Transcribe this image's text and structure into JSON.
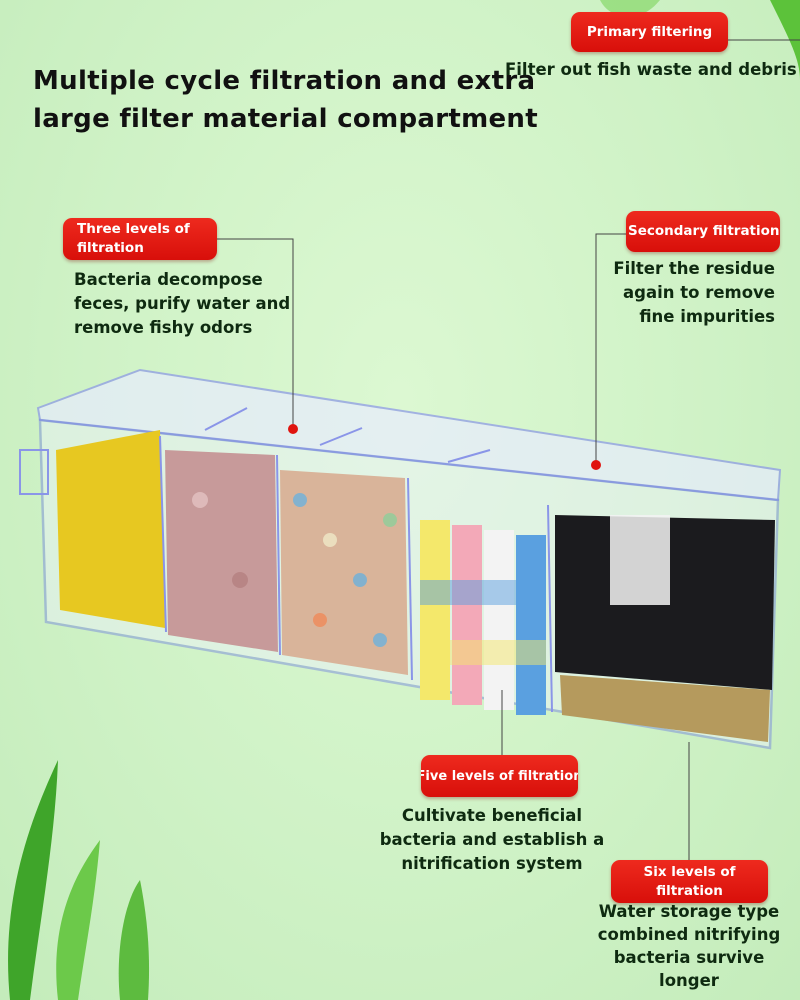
{
  "headline": {
    "line1": "Multiple cycle filtration and extra",
    "line2": "large filter material compartment"
  },
  "callouts": {
    "primary": {
      "label": "Primary filtering",
      "description": "Filter out fish waste and debris"
    },
    "three": {
      "label_line1": "Three levels of",
      "label_line2": "filtration",
      "description": [
        "Bacteria decompose",
        "feces, purify water and",
        "remove fishy odors"
      ]
    },
    "secondary": {
      "label": "Secondary filtration",
      "description": [
        "Filter the residue",
        "again to remove",
        "fine impurities"
      ]
    },
    "five": {
      "label": "Five levels of filtration",
      "description": [
        "Cultivate beneficial",
        "bacteria and establish a",
        "nitrification system"
      ]
    },
    "six": {
      "label_line1": "Six levels of",
      "label_line2": "filtration",
      "description": [
        "Water storage type",
        "combined nitrifying",
        "bacteria survive",
        "longer"
      ]
    }
  },
  "colors": {
    "badge": "#e0140f",
    "background": "#d3f5c9",
    "text": "#0e2a10"
  }
}
